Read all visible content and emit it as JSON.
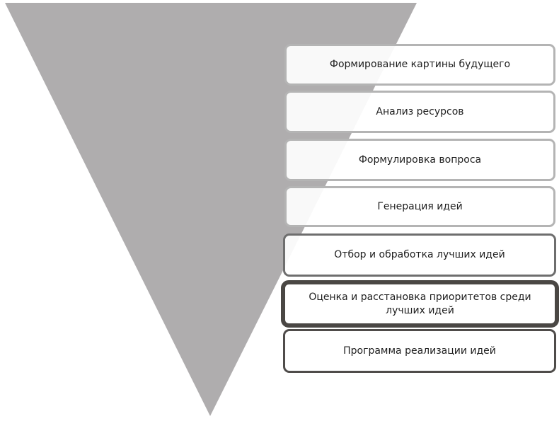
{
  "diagram": {
    "type": "inverted-funnel",
    "funnel_color": "#afadae",
    "steps": [
      {
        "label": "Формирование картины будущего",
        "emphasis": "light"
      },
      {
        "label": "Анализ ресурсов",
        "emphasis": "light"
      },
      {
        "label": "Формулировка вопроса",
        "emphasis": "light"
      },
      {
        "label": "Генерация идей",
        "emphasis": "light"
      },
      {
        "label": "Отбор и обработка лучших идей",
        "emphasis": "medium"
      },
      {
        "label": "Оценка и расстановка приоритетов среди лучших идей",
        "emphasis": "heavy"
      },
      {
        "label": "Программа реализации идей",
        "emphasis": "dark"
      }
    ]
  }
}
